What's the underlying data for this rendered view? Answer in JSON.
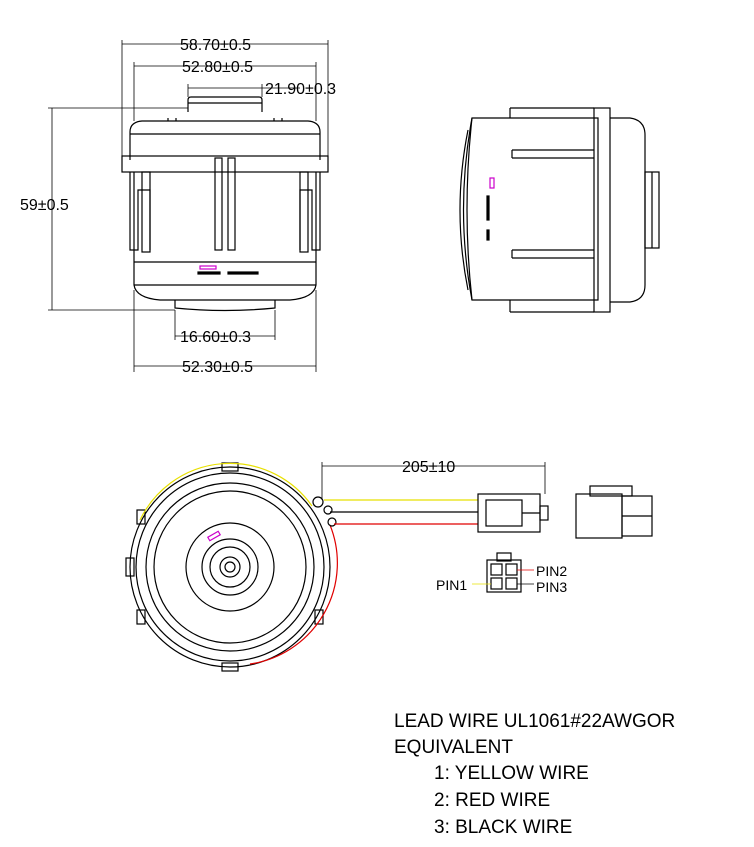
{
  "dimensions": {
    "overall_width": "58.70±0.5",
    "flange_width": "52.80±0.5",
    "top_boss_width": "21.90±0.3",
    "height": "59±0.5",
    "bottom_boss_width": "16.60±0.3",
    "base_width": "52.30±0.5",
    "lead_length": "205±10"
  },
  "pins": {
    "pin1": "PIN1",
    "pin2": "PIN2",
    "pin3": "PIN3"
  },
  "notes": {
    "line1": "LEAD WIRE UL1061#22AWGOR",
    "line2": "EQUIVALENT",
    "line3": "1: YELLOW  WIRE",
    "line4": "2: RED  WIRE",
    "line5": "3: BLACK  WIRE"
  },
  "colors": {
    "line": "#000000",
    "yellow_wire": "#e8e000",
    "red_wire": "#e00000",
    "marking": "#cc00cc"
  }
}
